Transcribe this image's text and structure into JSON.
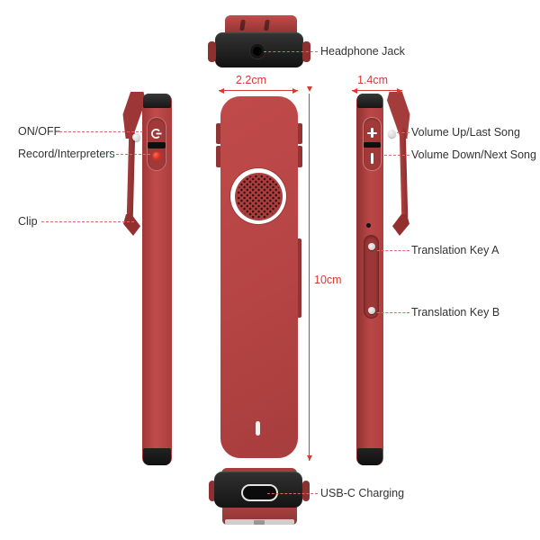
{
  "annotations": {
    "headphone_jack": "Headphone Jack",
    "on_off": "ON/OFF",
    "record_interpreters": "Record/Interpreters",
    "clip": "Clip",
    "volume_up": "Volume Up/Last Song",
    "volume_down": "Volume Down/Next Song",
    "translation_key_a": "Translation Key A",
    "translation_key_b": "Translation Key B",
    "usb_c_charging": "USB-C Charging"
  },
  "dimensions": {
    "front_width": "2.2cm",
    "side_depth": "1.4cm",
    "body_height": "10cm"
  },
  "icons": {
    "power": "power-icon",
    "record": "record-led-dot",
    "volume_up": "plus-glyph",
    "volume_down": "vertical-bar-glyph",
    "speaker": "speaker-grille",
    "headphone": "jack-hole",
    "usb": "usb-c-port",
    "led": "led-slot",
    "mic": "mic-hole"
  },
  "colors": {
    "device_red": "#b64545",
    "device_red_dark": "#953636",
    "cap_black": "#1d1d1d",
    "dimension_red": "#d63a31",
    "leader_line": "#d96c63",
    "label_text": "#323232",
    "record_dot": "#e02313",
    "background": "#ffffff"
  }
}
